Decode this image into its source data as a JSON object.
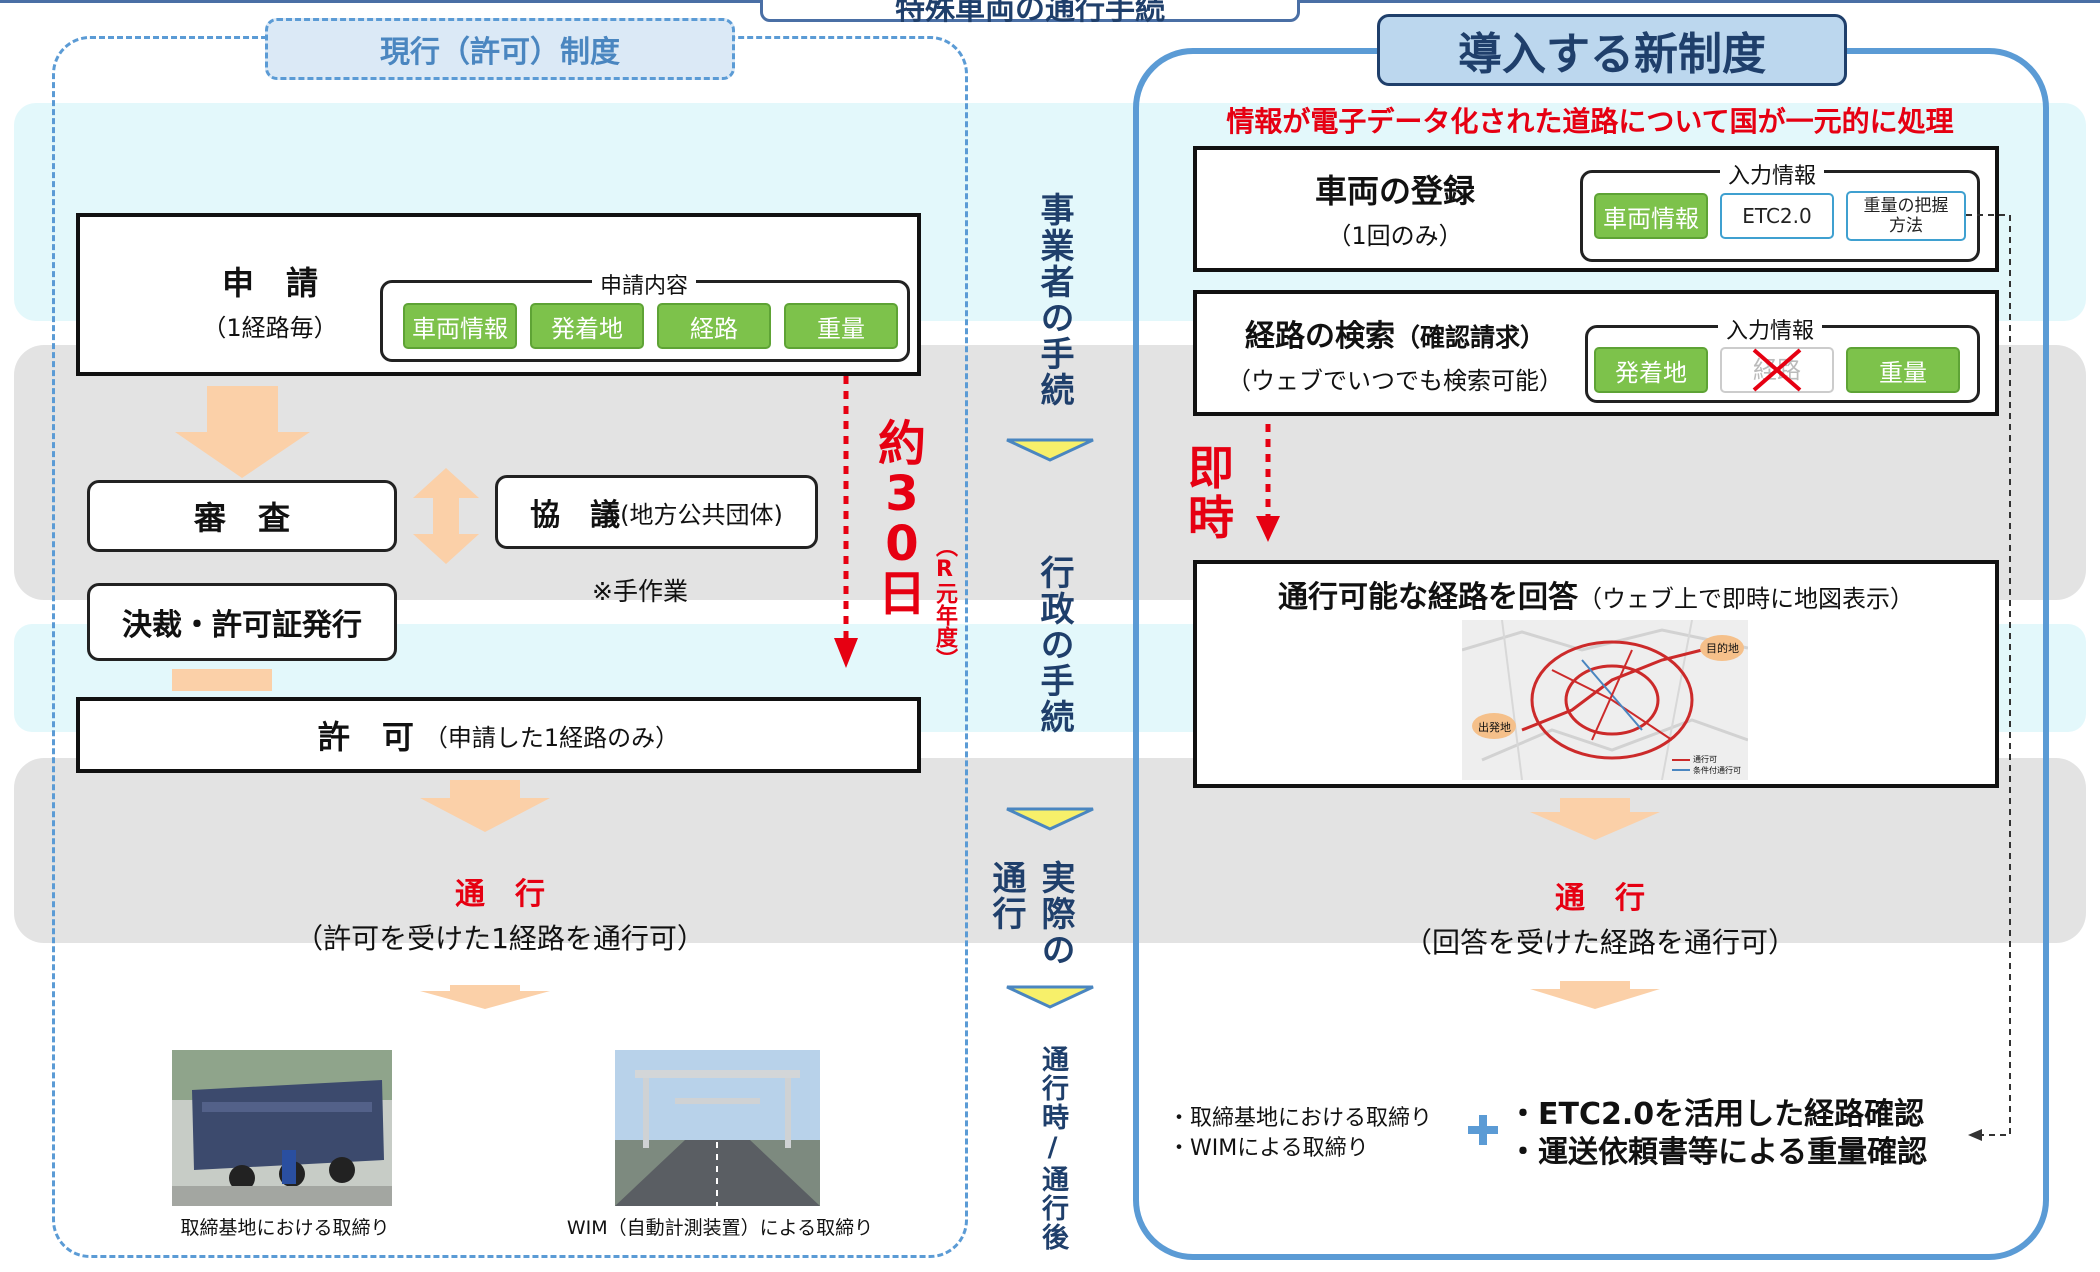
{
  "header": {
    "title": "特殊車両の通行手続"
  },
  "left": {
    "title": "現行（許可）制度",
    "apply": {
      "title": "申　請",
      "sub": "（1経路毎）",
      "content_label": "申請内容",
      "chips": [
        "車両情報",
        "発着地",
        "経路",
        "重量"
      ]
    },
    "review": "審　査",
    "consult_main": "協　議",
    "consult_sub": "(地方公共団体)",
    "manual": "※手作業",
    "decision": "決裁・許可証発行",
    "permit_main": "許　可",
    "permit_sub": "（申請した1経路のみ）",
    "days_main": "約30日",
    "days_sub": "（R元年度）",
    "pass_title": "通　行",
    "pass_sub": "（許可を受けた1経路を通行可）",
    "photo1_caption": "取締基地における取締り",
    "photo2_caption": "WIM（自動計測装置）による取締り"
  },
  "center": {
    "stage1": "事業者の手続",
    "stage2": "行政の手続",
    "stage3": "実際の通行",
    "stage4": "通行時/通行後"
  },
  "right": {
    "title": "導入する新制度",
    "tagline": "情報が電子データ化された道路について国が一元的に処理",
    "register": {
      "title": "車両の登録",
      "sub": "（1回のみ）",
      "input_label": "入力情報",
      "chips": [
        "車両情報",
        "ETC2.0",
        "重量の把握方法"
      ]
    },
    "search": {
      "title": "経路の検索",
      "title_sub": "（確認請求）",
      "sub": "（ウェブでいつでも検索可能）",
      "input_label": "入力情報",
      "chips": [
        "発着地",
        "経路",
        "重量"
      ]
    },
    "instant": "即時",
    "answer_main": "通行可能な経路を回答",
    "answer_sub": "（ウェブ上で即時に地図表示）",
    "map": {
      "dest": "目的地",
      "origin": "出発地",
      "legend1": "通行可",
      "legend2": "条件付通行可"
    },
    "pass_title": "通　行",
    "pass_sub": "（回答を受けた経路を通行可）",
    "bottom_left1": "・取締基地における取締り",
    "bottom_left2": "・WIMによる取締り",
    "bottom_right1": "・ETC2.0を活用した経路確認",
    "bottom_right2": "・運送依頼書等による重量確認"
  },
  "colors": {
    "green": "#7dc24b",
    "red": "#e60012",
    "blue": "#5b9bd5",
    "navy": "#1f3f6b"
  }
}
